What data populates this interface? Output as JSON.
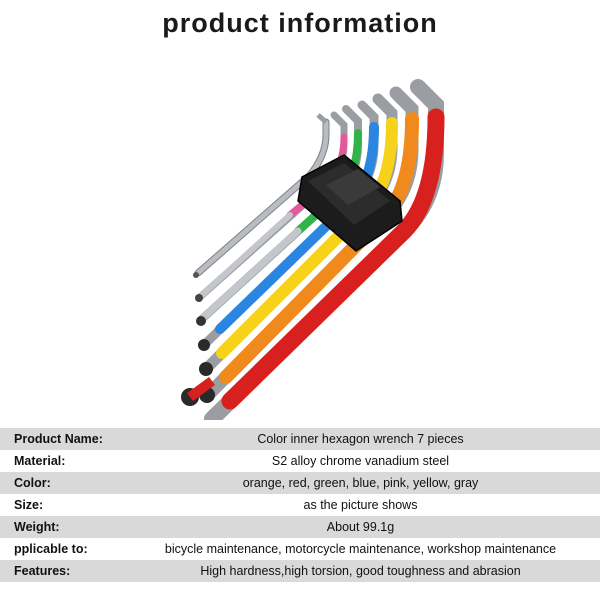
{
  "page": {
    "title": "product information"
  },
  "product_image": {
    "alt": "Color inner hexagon wrench 7 pieces",
    "colors": {
      "red": "#d8201f",
      "orange": "#f08a1c",
      "yellow": "#f7d21a",
      "blue": "#2a86e0",
      "green": "#2fb34a",
      "pink": "#e25a9a",
      "gray": "#b9bcc0",
      "holder": "#1c1c1c"
    }
  },
  "specs": [
    {
      "label": "Product Name:",
      "value": "Color inner hexagon wrench 7 pieces"
    },
    {
      "label": "Material:",
      "value": "S2 alloy chrome vanadium steel"
    },
    {
      "label": "Color:",
      "value": "orange, red, green, blue, pink, yellow, gray"
    },
    {
      "label": "Size:",
      "value": "as the picture shows"
    },
    {
      "label": "Weight:",
      "value": "About 99.1g"
    },
    {
      "label": "pplicable to:",
      "value": "bicycle maintenance, motorcycle maintenance, workshop maintenance"
    },
    {
      "label": "Features:",
      "value": "High hardness,high torsion, good toughness and abrasion"
    }
  ]
}
